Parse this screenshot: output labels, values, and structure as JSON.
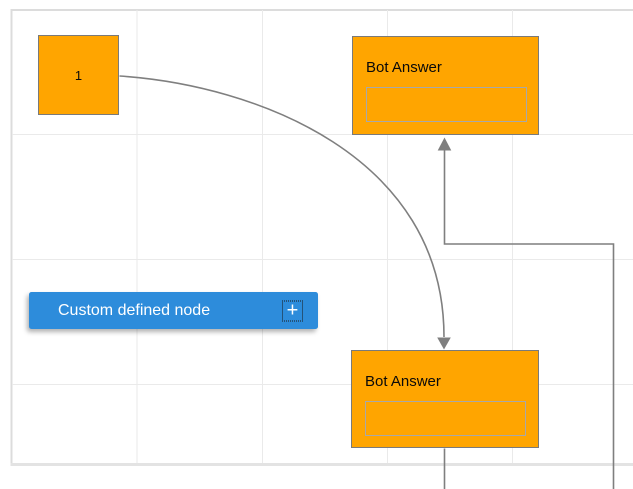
{
  "diagram": {
    "nodes": {
      "source": {
        "label": "1"
      },
      "bot_answer_top": {
        "title": "Bot Answer",
        "input_value": ""
      },
      "bot_answer_bottom": {
        "title": "Bot Answer",
        "input_value": ""
      },
      "custom": {
        "label": "Custom defined node",
        "add_icon": "+"
      }
    },
    "colors": {
      "node_fill": "#FFA500",
      "node_border": "#7a7a7a",
      "input_border": "#a8a8a8",
      "connector": "#7f7f7f",
      "grid_line": "#eaeaea",
      "grid_border": "#dcdcdc",
      "page_break": "#e3e3e3",
      "button_fill": "#2D8CDB",
      "button_text": "#ffffff",
      "label_text": "#0a0a0a",
      "plus_border": "#1a1a1a"
    }
  }
}
